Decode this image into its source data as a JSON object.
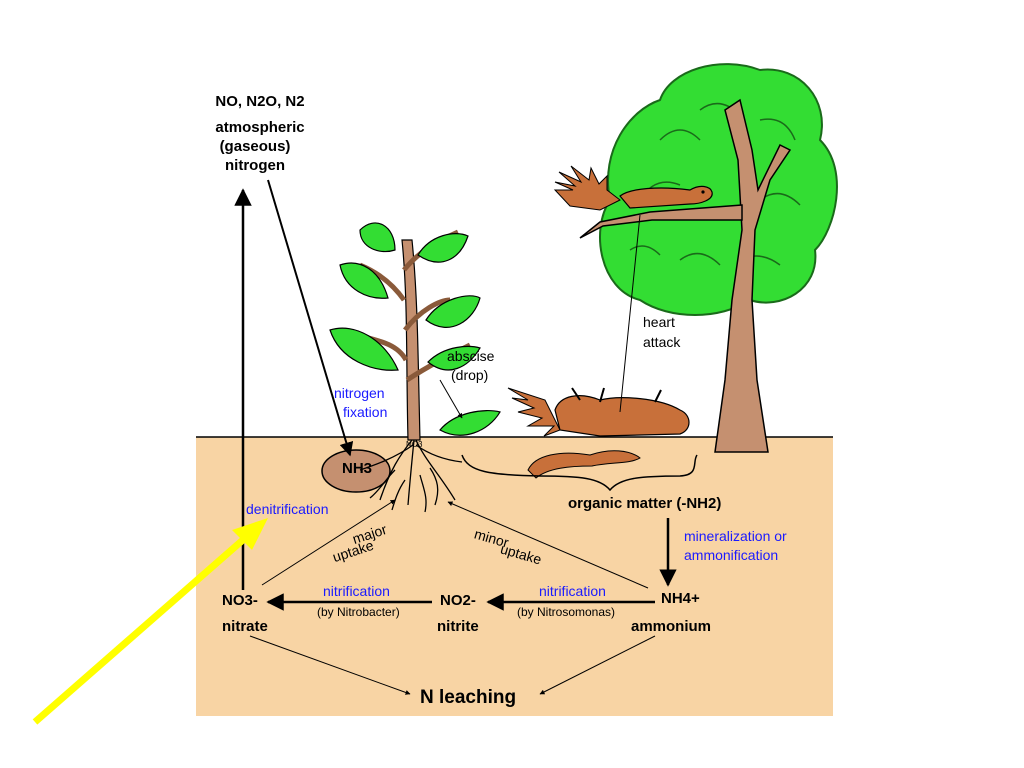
{
  "colors": {
    "soil": "#f8d4a4",
    "leaf": "#33dd33",
    "bark": "#c59070",
    "squirrel": "#c8703a",
    "label_blue": "#1a1aff",
    "pointer_arrow": "#ffff00"
  },
  "atmosphere": {
    "gases": "NO, N2O, N2",
    "line1": "atmospheric",
    "line2": "(gaseous)",
    "line3": "nitrogen"
  },
  "processes": {
    "nitrogen_fixation_1": "nitrogen",
    "nitrogen_fixation_2": "fixation",
    "denitrification": "denitrification",
    "abscise_1": "abscise",
    "abscise_2": "(drop)",
    "heart_attack_1": "heart",
    "heart_attack_2": "attack",
    "major_uptake_1": "major",
    "major_uptake_2": "uptake",
    "minor_uptake_1": "minor",
    "minor_uptake_2": "uptake",
    "mineralization_1": "mineralization or",
    "mineralization_2": "ammonification",
    "nitrification_a": "nitrification",
    "nitrobacter": "(by Nitrobacter)",
    "nitrification_b": "nitrification",
    "nitrosomonas": "(by Nitrosomonas)"
  },
  "compounds": {
    "nh3": "NH3",
    "nh3_root": "NO3",
    "organic_matter": "organic matter (-NH2)",
    "nitrate_formula": "NO3-",
    "nitrate_name": "nitrate",
    "nitrite_formula": "NO2-",
    "nitrite_name": "nitrite",
    "ammonium_formula": "NH4+",
    "ammonium_name": "ammonium",
    "leaching": "N leaching"
  }
}
